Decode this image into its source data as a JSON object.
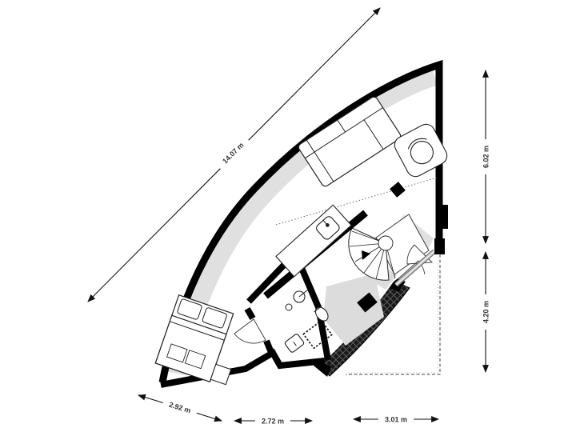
{
  "floorplan": {
    "type": "apartment-floor-plan",
    "dimensions": {
      "diagonal_left": {
        "label": "14.07 m"
      },
      "right_upper": {
        "label": "6.02 m"
      },
      "right_lower": {
        "label": "4.20 m"
      },
      "bottom_left": {
        "label": "2.92 m"
      },
      "bottom_middle": {
        "label": "2.72 m"
      },
      "bottom_right": {
        "label": "3.01 m"
      }
    },
    "colors": {
      "wall": "#000000",
      "background": "#ffffff",
      "shade_band": "#e0e0e0",
      "hatched_wall": "#191919",
      "hatch_line": "#606060",
      "glass_door": "#c4c4c4",
      "dimension_line": "#111111",
      "label_text": "#333333"
    },
    "symbols": [
      "sofa",
      "armchair",
      "structural-column",
      "kitchen-counter",
      "kitchen-sink",
      "spiral-staircase",
      "entry-hall",
      "door-swing",
      "sliding-glass-door",
      "washbasin",
      "toilet",
      "shower",
      "bathroom-cabinet",
      "double-bed",
      "pillow",
      "nightstand",
      "terrace",
      "hatched-parapet-wall"
    ]
  }
}
